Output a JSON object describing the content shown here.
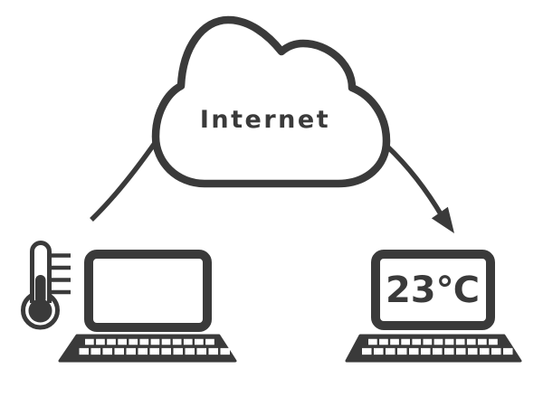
{
  "diagram": {
    "cloud": {
      "label": "Internet",
      "icon": "cloud-icon"
    },
    "sender": {
      "icon": "thermometer-icon",
      "device_icon": "laptop-icon"
    },
    "receiver": {
      "screen_text": "23℃",
      "device_icon": "laptop-icon"
    },
    "connections": {
      "left_line_icon": "curved-line",
      "right_line_icon": "curved-arrow-icon"
    },
    "colors": {
      "ink": "#3a3a3a",
      "screen": "#ffffff",
      "background": "#ffffff"
    }
  }
}
